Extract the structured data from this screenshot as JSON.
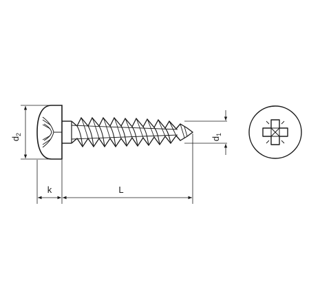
{
  "labels": {
    "head_diameter": {
      "main": "d",
      "sub": "2"
    },
    "thread_diameter": {
      "main": "d",
      "sub": "1"
    },
    "head_height": "k",
    "length": "L"
  },
  "colors": {
    "ink": "#1a1a1a",
    "background": "#ffffff"
  }
}
